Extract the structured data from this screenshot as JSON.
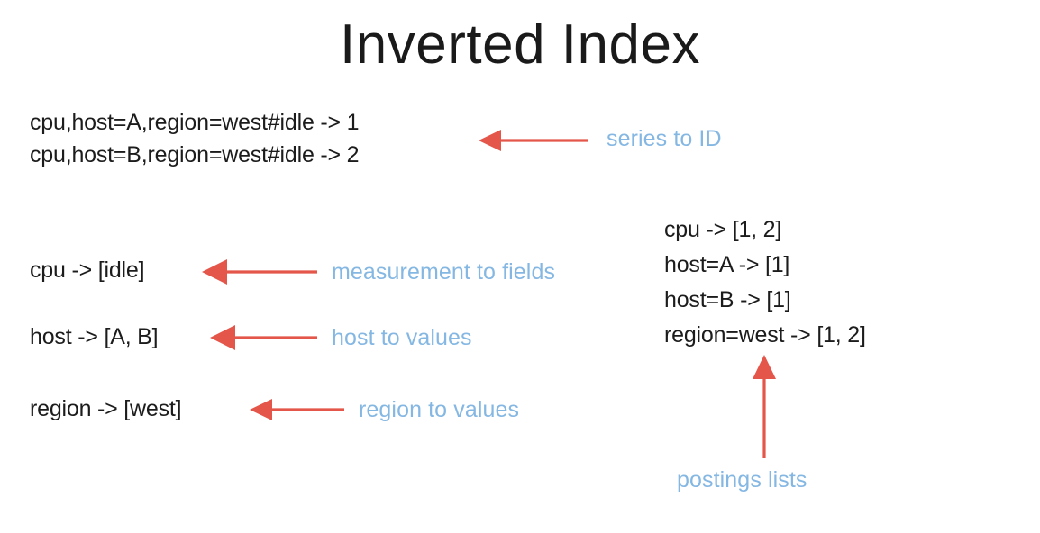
{
  "slide": {
    "title": "Inverted Index",
    "background_color": "#ffffff",
    "text_color": "#1c1c1c",
    "annotation_color": "#85b7e3",
    "arrow_color": "#e4564a"
  },
  "series_to_id": {
    "lines": [
      "cpu,host=A,region=west#idle -> 1",
      "cpu,host=B,region=west#idle -> 2"
    ],
    "label": "series to ID"
  },
  "index_entries": [
    {
      "mapping": "cpu -> [idle]",
      "label": "measurement to fields"
    },
    {
      "mapping": "host -> [A, B]",
      "label": "host to values"
    },
    {
      "mapping": "region -> [west]",
      "label": "region to values"
    }
  ],
  "postings": {
    "lines": [
      "cpu -> [1, 2]",
      "host=A -> [1]",
      "host=B -> [1]",
      "region=west -> [1, 2]"
    ],
    "label": "postings lists"
  },
  "icons": {
    "arrow_left": "arrow-left-icon",
    "arrow_up": "arrow-up-icon"
  }
}
